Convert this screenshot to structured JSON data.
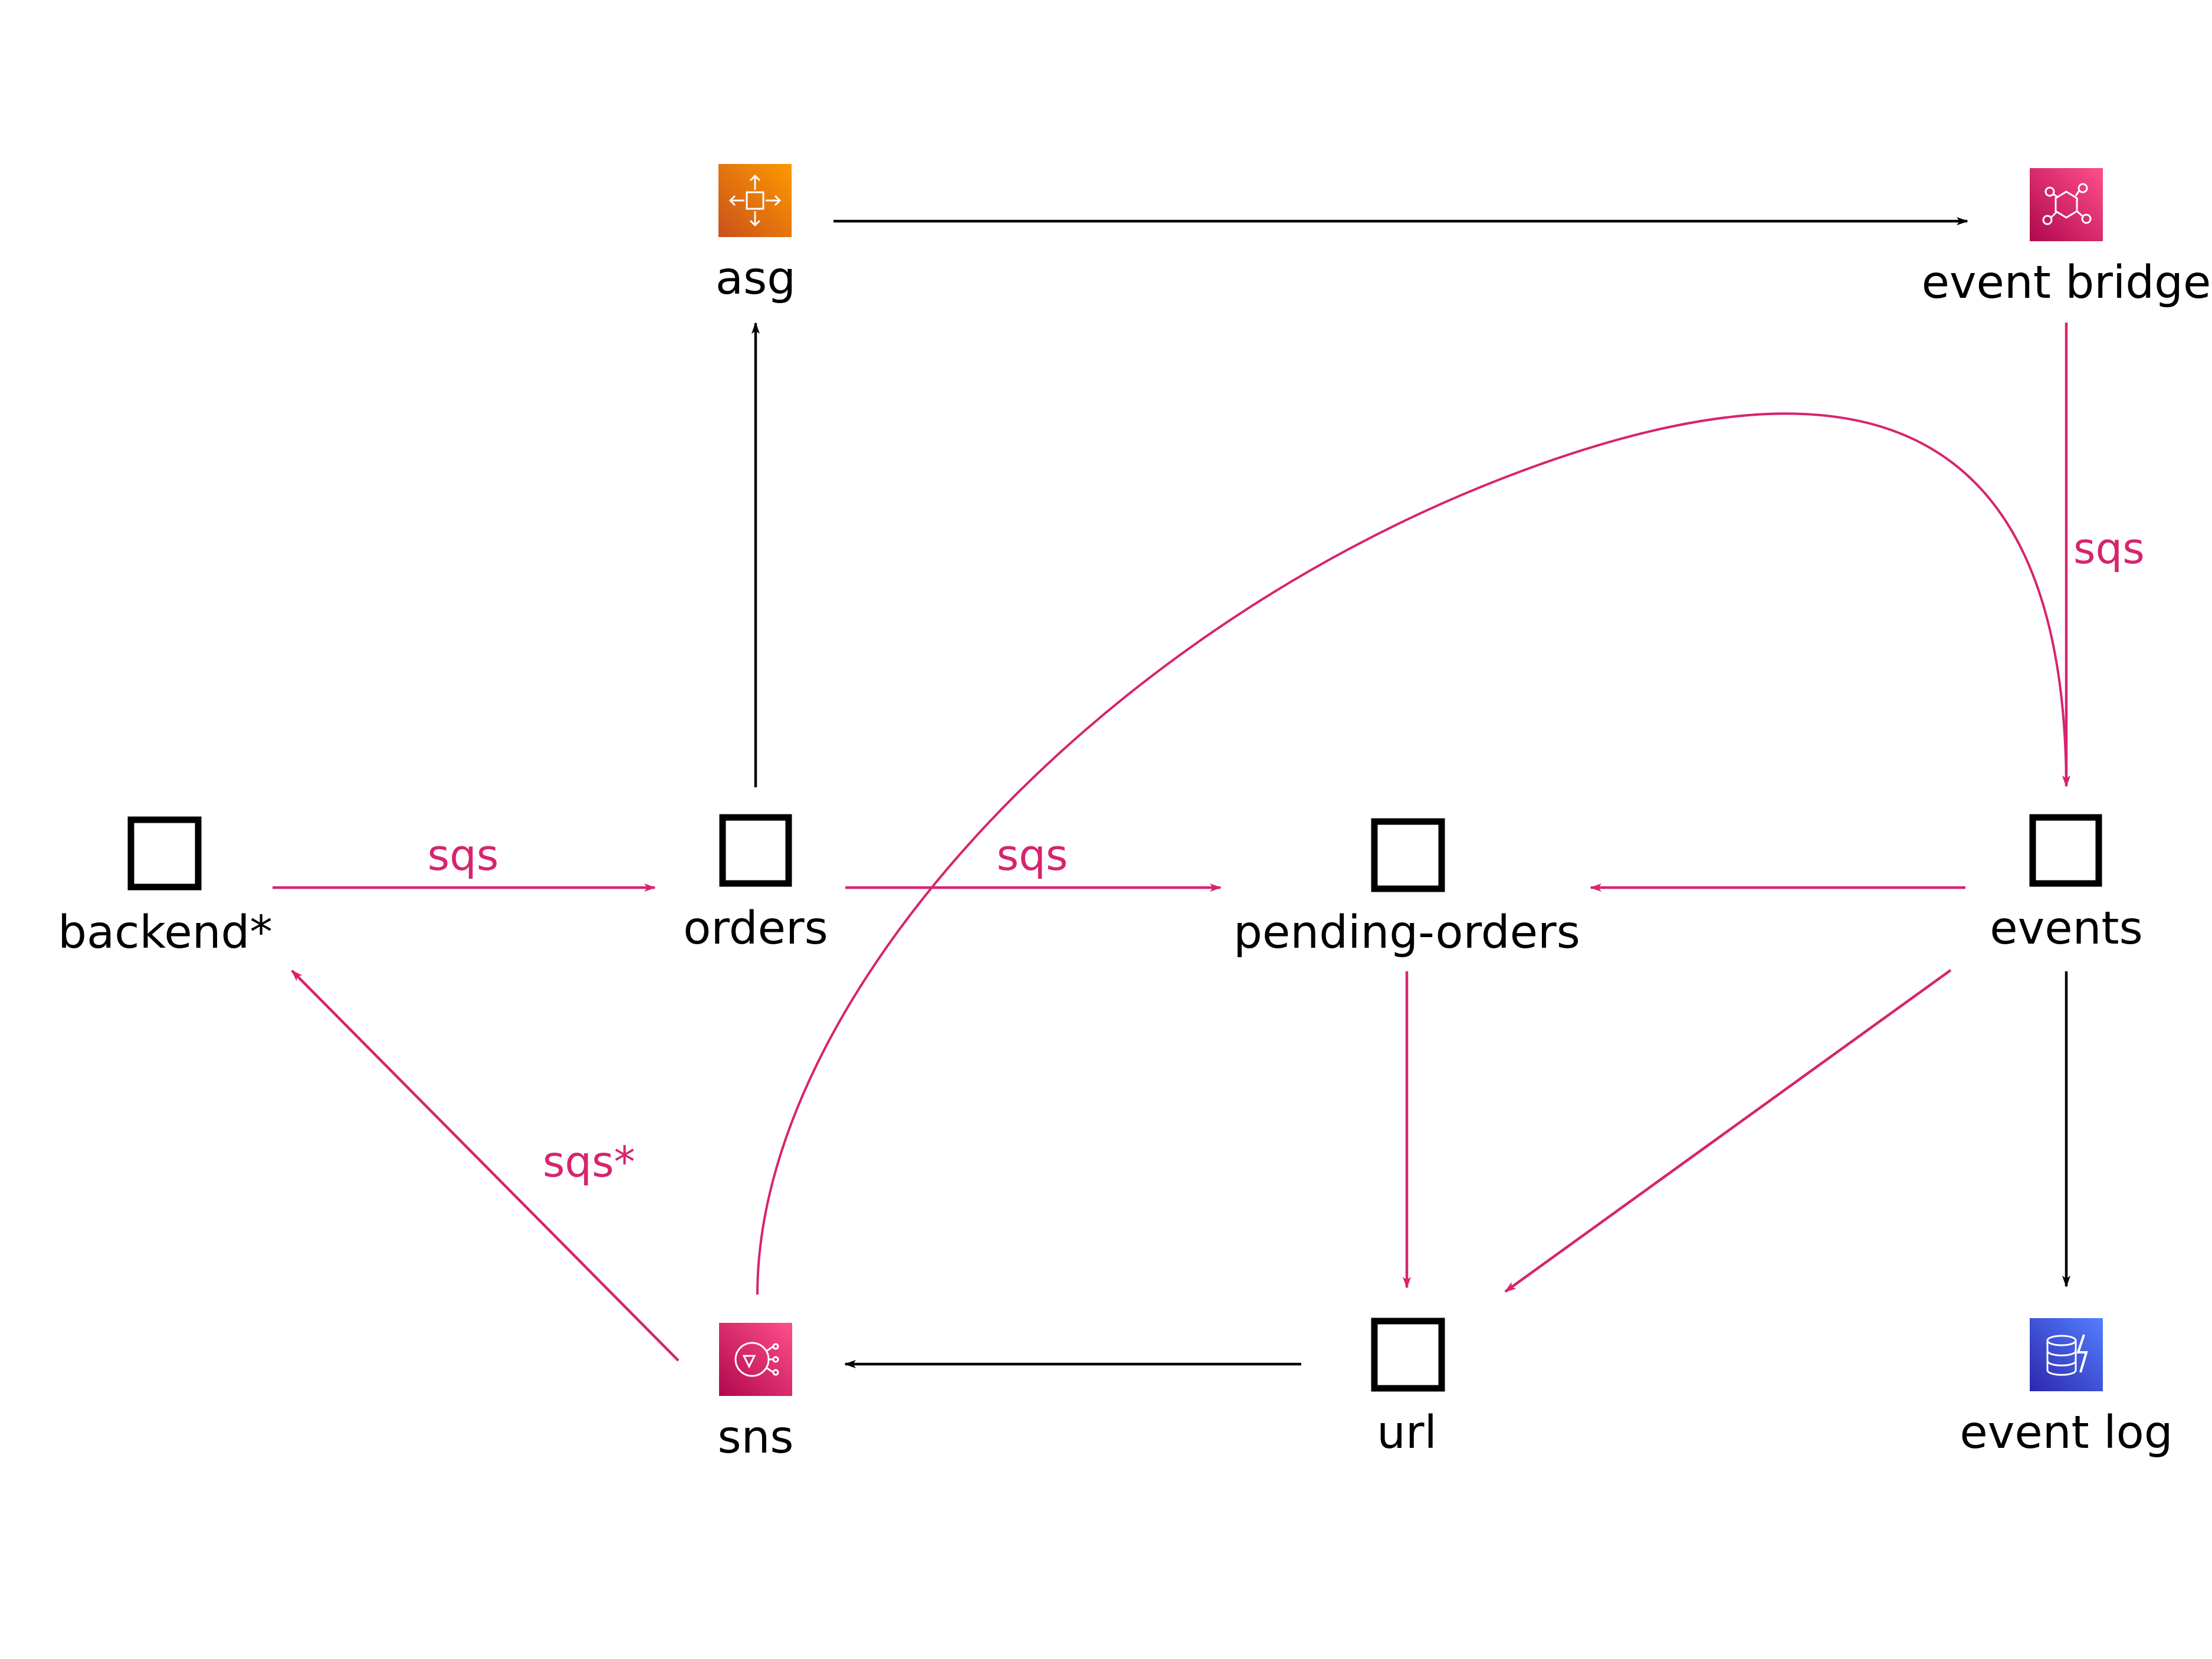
{
  "colors": {
    "pink": "#d6246e",
    "black": "#000000",
    "asg_gradient": [
      "#c8511b",
      "#ff9900"
    ],
    "eventbridge_gradient": [
      "#b0084d",
      "#ff4f8b"
    ],
    "sns_gradient": [
      "#b0084d",
      "#ff4f8b"
    ],
    "dynamodb_gradient": [
      "#2e27ad",
      "#527fff"
    ]
  },
  "nodes": {
    "asg": {
      "label": "asg",
      "icon": "autoscaling-icon"
    },
    "eventbridge": {
      "label": "event bridge",
      "icon": "eventbridge-icon"
    },
    "backend": {
      "label": "backend*",
      "icon": "square-icon"
    },
    "orders": {
      "label": "orders",
      "icon": "square-icon"
    },
    "pending": {
      "label": "pending-orders",
      "icon": "square-icon"
    },
    "events": {
      "label": "events",
      "icon": "square-icon"
    },
    "sns": {
      "label": "sns",
      "icon": "sns-icon"
    },
    "url": {
      "label": "url",
      "icon": "square-icon"
    },
    "eventlog": {
      "label": "event log",
      "icon": "dynamodb-icon"
    }
  },
  "edges": [
    {
      "from": "asg",
      "to": "eventbridge",
      "label": "",
      "color": "black"
    },
    {
      "from": "orders",
      "to": "asg",
      "label": "",
      "color": "black"
    },
    {
      "from": "eventbridge",
      "to": "events",
      "label": "sqs",
      "color": "pink"
    },
    {
      "from": "sns",
      "to": "events",
      "label": "",
      "color": "pink"
    },
    {
      "from": "backend",
      "to": "orders",
      "label": "sqs",
      "color": "pink"
    },
    {
      "from": "orders",
      "to": "pending",
      "label": "sqs",
      "color": "pink"
    },
    {
      "from": "events",
      "to": "pending",
      "label": "",
      "color": "pink"
    },
    {
      "from": "pending",
      "to": "url",
      "label": "",
      "color": "pink"
    },
    {
      "from": "events",
      "to": "url",
      "label": "",
      "color": "pink"
    },
    {
      "from": "events",
      "to": "eventlog",
      "label": "",
      "color": "black"
    },
    {
      "from": "sns",
      "to": "backend",
      "label": "sqs*",
      "color": "pink"
    },
    {
      "from": "url",
      "to": "sns",
      "label": "",
      "color": "black"
    }
  ]
}
